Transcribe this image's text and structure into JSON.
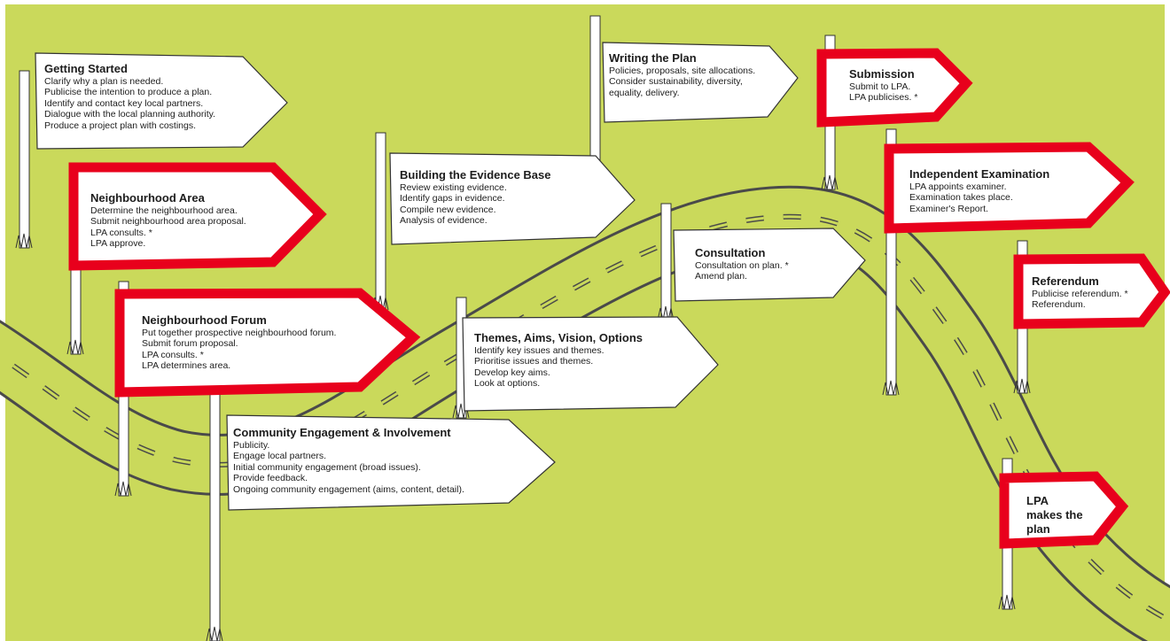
{
  "colors": {
    "background": "#cad95b",
    "road": "#4a4a4a",
    "sign_fill": "#ffffff",
    "highlight": "#e8001c",
    "text": "#1d1d1d"
  },
  "steps": [
    {
      "id": "getting-started",
      "title": "Getting Started",
      "highlighted": false,
      "lines": [
        "Clarify why a plan is needed.",
        "Publicise the intention to produce a plan.",
        "Identify and contact key local partners.",
        "Dialogue with the local planning authority.",
        "Produce a project plan with costings."
      ]
    },
    {
      "id": "neighbourhood-area",
      "title": "Neighbourhood Area",
      "highlighted": true,
      "lines": [
        "Determine the neighbourhood area.",
        "Submit neighbourhood area proposal.",
        "LPA consults. *",
        "LPA approve."
      ]
    },
    {
      "id": "neighbourhood-forum",
      "title": "Neighbourhood Forum",
      "highlighted": true,
      "lines": [
        "Put together prospective neighbourhood forum.",
        "Submit forum proposal.",
        "LPA consults. *",
        "LPA determines area."
      ]
    },
    {
      "id": "community-engagement",
      "title": "Community Engagement & Involvement",
      "highlighted": false,
      "lines": [
        "Publicity.",
        "Engage local partners.",
        "Initial community engagement (broad issues).",
        "Provide feedback.",
        "Ongoing community engagement (aims, content, detail)."
      ]
    },
    {
      "id": "building-evidence",
      "title": "Building the Evidence Base",
      "highlighted": false,
      "lines": [
        "Review existing evidence.",
        "Identify gaps in evidence.",
        "Compile new evidence.",
        "Analysis of evidence."
      ]
    },
    {
      "id": "themes-aims",
      "title": "Themes, Aims, Vision, Options",
      "highlighted": false,
      "lines": [
        "Identify key issues and themes.",
        "Prioritise issues and themes.",
        "Develop key aims.",
        "Look at options."
      ]
    },
    {
      "id": "writing-plan",
      "title": "Writing the Plan",
      "highlighted": false,
      "lines": [
        "Policies, proposals, site allocations.",
        "Consider sustainability, diversity,",
        "equality, delivery."
      ]
    },
    {
      "id": "consultation",
      "title": "Consultation",
      "highlighted": false,
      "lines": [
        "Consultation on plan. *",
        "Amend plan."
      ]
    },
    {
      "id": "submission",
      "title": "Submission",
      "highlighted": true,
      "lines": [
        "Submit to LPA.",
        "LPA publicises. *"
      ]
    },
    {
      "id": "independent-examination",
      "title": "Independent Examination",
      "highlighted": true,
      "lines": [
        "LPA appoints examiner.",
        "Examination takes place.",
        "Examiner's Report."
      ]
    },
    {
      "id": "referendum",
      "title": "Referendum",
      "highlighted": true,
      "lines": [
        "Publicise referendum. *",
        "Referendum."
      ]
    },
    {
      "id": "lpa-makes-plan",
      "title": "LPA makes the plan",
      "highlighted": true,
      "lines": []
    }
  ]
}
